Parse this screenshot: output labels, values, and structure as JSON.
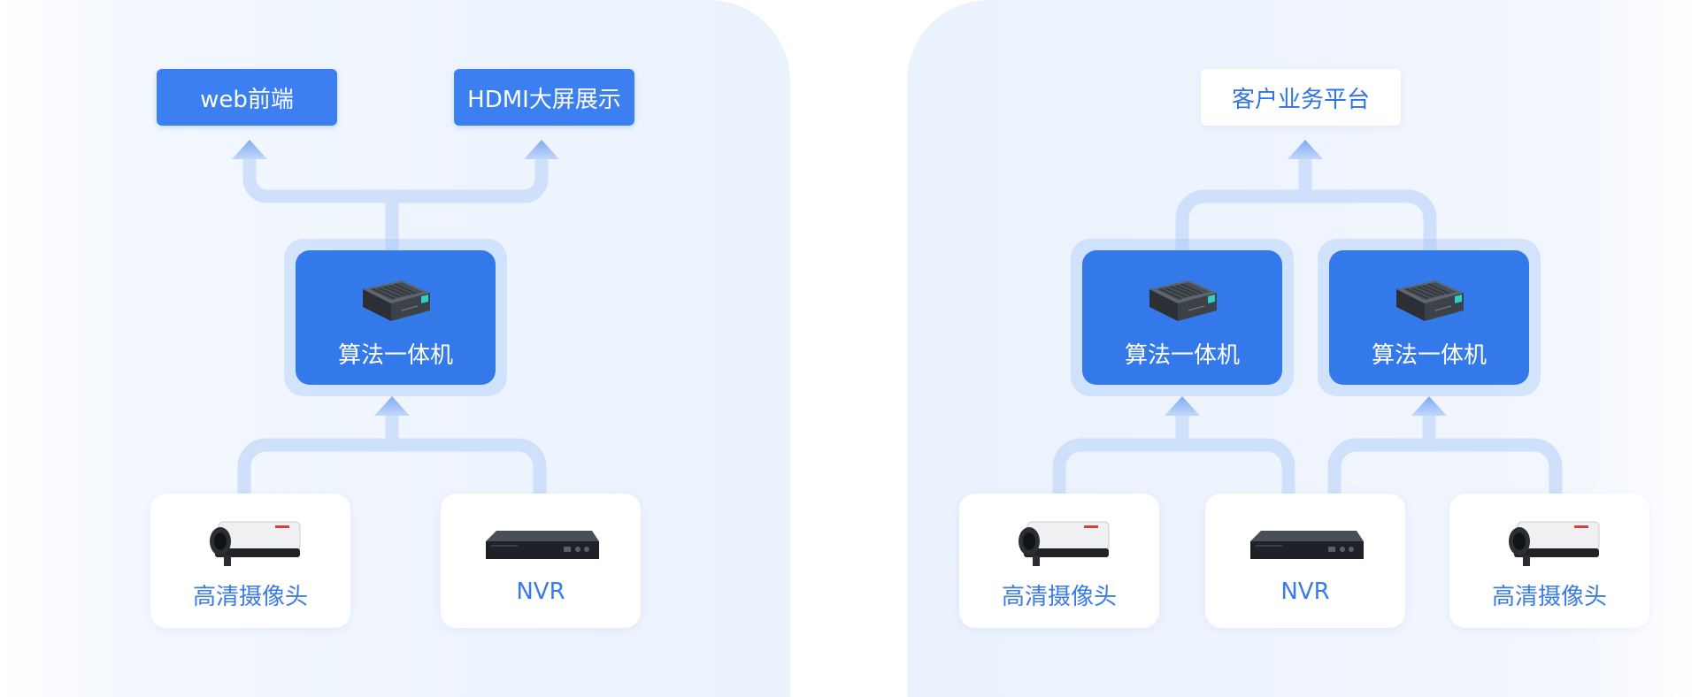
{
  "colors": {
    "primary": "#3479ea",
    "connector": "#cfe0fa",
    "arrow": "#8db6f6",
    "label_blue": "#3a7be6"
  },
  "left": {
    "outputs": [
      {
        "label": "web前端"
      },
      {
        "label": "HDMI大屏展示"
      }
    ],
    "hub": {
      "label": "算法一体机",
      "icon": "ai-box-icon"
    },
    "sources": [
      {
        "label": "高清摄像头",
        "icon": "bullet-camera-icon"
      },
      {
        "label": "NVR",
        "icon": "nvr-recorder-icon"
      }
    ]
  },
  "right": {
    "output": {
      "label": "客户业务平台"
    },
    "hubs": [
      {
        "label": "算法一体机",
        "icon": "ai-box-icon"
      },
      {
        "label": "算法一体机",
        "icon": "ai-box-icon"
      }
    ],
    "sources": [
      {
        "label": "高清摄像头",
        "icon": "bullet-camera-icon"
      },
      {
        "label": "NVR",
        "icon": "nvr-recorder-icon"
      },
      {
        "label": "高清摄像头",
        "icon": "bullet-camera-icon"
      }
    ]
  }
}
